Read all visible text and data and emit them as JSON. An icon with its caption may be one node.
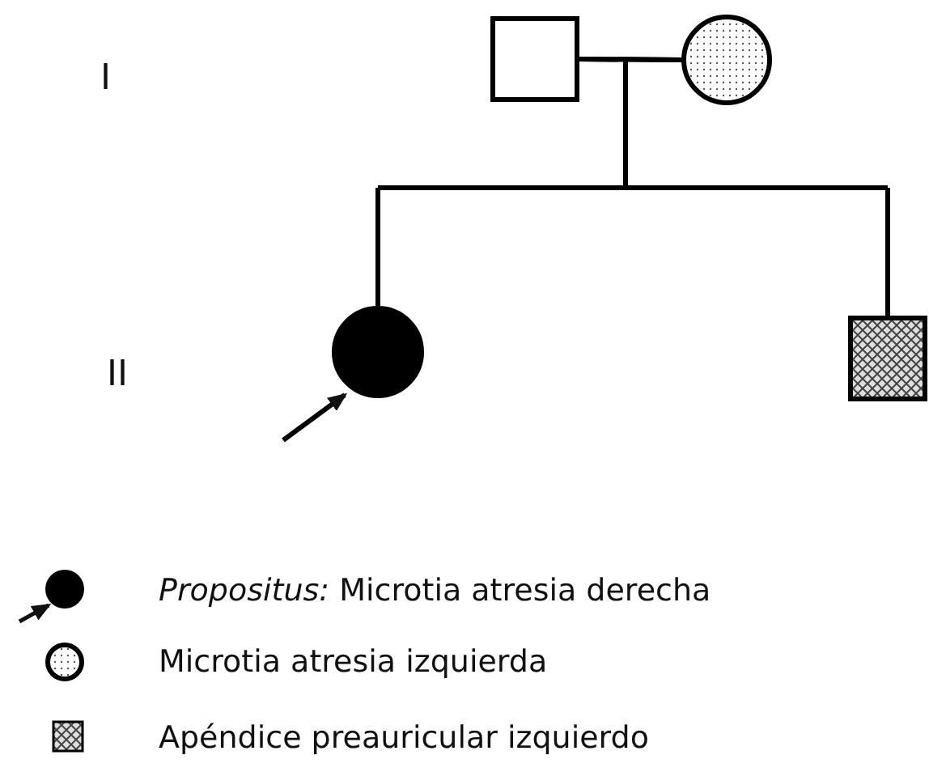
{
  "diagram": {
    "nodes": [
      {
        "text": [],
        "shape": "box"
      },
      {
        "text": [],
        "shape": "circle"
      },
      {
        "text": [],
        "shape": "circle"
      },
      {
        "text": [],
        "shape": "box"
      }
    ],
    "edges": [
      {
        "from": 0,
        "to": 1,
        "arrow": "none"
      },
      {
        "from": 0,
        "to": 2,
        "arrow": "none"
      },
      {
        "from": 1,
        "to": 2,
        "arrow": "none"
      },
      {
        "from": 0,
        "to": 3,
        "arrow": "none"
      },
      {
        "from": 1,
        "to": 3,
        "arrow": "none"
      },
      {
        "from": null,
        "to": 2,
        "arrow": "to"
      }
    ],
    "labels": [
      "I",
      "II"
    ],
    "legend": [
      {
        "text": "*Propositus:* Microtia atresia derecha"
      },
      {
        "text": "Microtia atresia izquierda"
      },
      {
        "text": "Apéndice preauricular izquierdo"
      }
    ]
  }
}
